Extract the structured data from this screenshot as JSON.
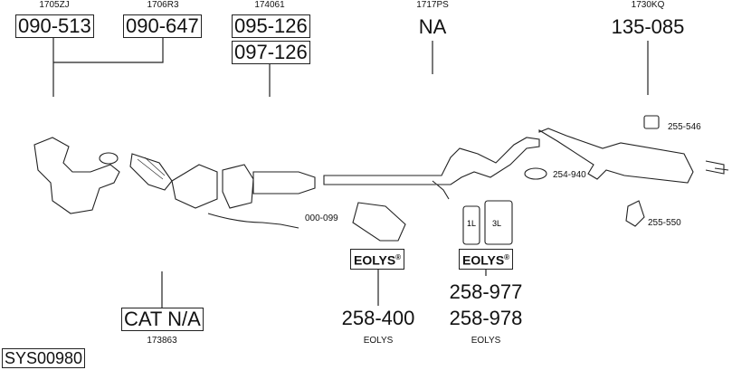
{
  "top_groups": [
    {
      "code": "1705ZJ",
      "parts": [
        "090-513"
      ]
    },
    {
      "code": "1706R3",
      "parts": [
        "090-647"
      ]
    },
    {
      "code": "174061",
      "parts": [
        "095-126",
        "097-126"
      ]
    },
    {
      "code": "1717PS",
      "parts": [
        "NA"
      ]
    },
    {
      "code": "1730KQ",
      "parts": [
        "135-085"
      ]
    }
  ],
  "side_labels": {
    "a": "000-099",
    "b": "254-940",
    "c": "255-546",
    "d": "255-550"
  },
  "bottom_groups": [
    {
      "part": "CAT N/A",
      "code": "173863"
    },
    {
      "brand": "EOLYS",
      "reg": "®",
      "part": "258-400",
      "caption": "EOLYS"
    },
    {
      "brand": "EOLYS",
      "reg": "®",
      "parts": [
        "258-977",
        "258-978"
      ],
      "caption": "EOLYS",
      "bottle_labels": [
        "1L",
        "3L"
      ]
    }
  ],
  "system_id": "SYS00980"
}
